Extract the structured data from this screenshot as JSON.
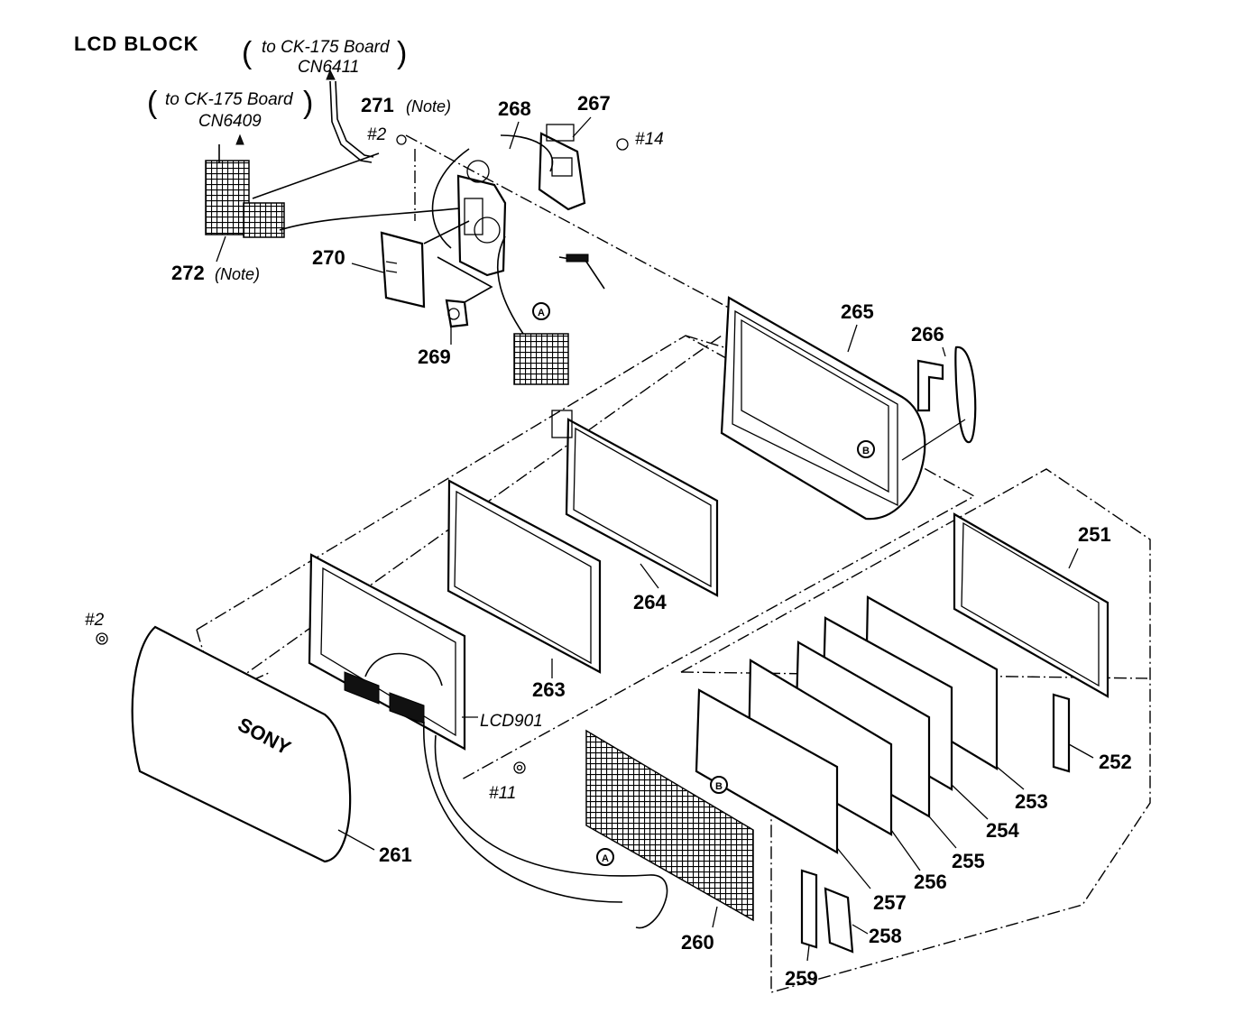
{
  "title": "LCD BLOCK",
  "connectors": {
    "cn6411_line1": "to CK-175 Board",
    "cn6411_line2": "CN6411",
    "cn6409_line1": "to CK-175 Board",
    "cn6409_line2": "CN6409"
  },
  "note_text": "(Note)",
  "screws": {
    "s2_top": "#2",
    "s14": "#14",
    "s2_left": "#2",
    "s11": "#11"
  },
  "callouts": {
    "a": "A",
    "b": "B"
  },
  "parts": {
    "p251": "251",
    "p252": "252",
    "p253": "253",
    "p254": "254",
    "p255": "255",
    "p256": "256",
    "p257": "257",
    "p258": "258",
    "p259": "259",
    "p260": "260",
    "p261": "261",
    "p263": "263",
    "p264": "264",
    "p265": "265",
    "p266": "266",
    "p267": "267",
    "p268": "268",
    "p269": "269",
    "p270": "270",
    "p271": "271",
    "p272": "272",
    "lcd901": "LCD901"
  },
  "brand_mark": "SONY"
}
